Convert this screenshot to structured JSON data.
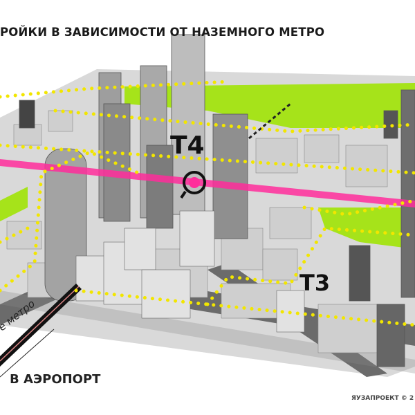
{
  "title": "РОЙКИ В ЗАВИСИМОСТИ ОТ НАЗЕМНОГО МЕТРО",
  "labels": {
    "station_t4": "Т4",
    "station_t3": "Т3",
    "airport": "В АЭРОПОРТ",
    "metro": "е метро"
  },
  "copyright": "ЯУЗАПРОЕКТ © 2",
  "colors": {
    "metro_line": "#ff2d9b",
    "walk_path": "#f2e600",
    "park": "#a6e31a",
    "road": "#6b6b6b",
    "building": "#c8c8c8"
  },
  "icons": [
    "station-marker-icon"
  ]
}
